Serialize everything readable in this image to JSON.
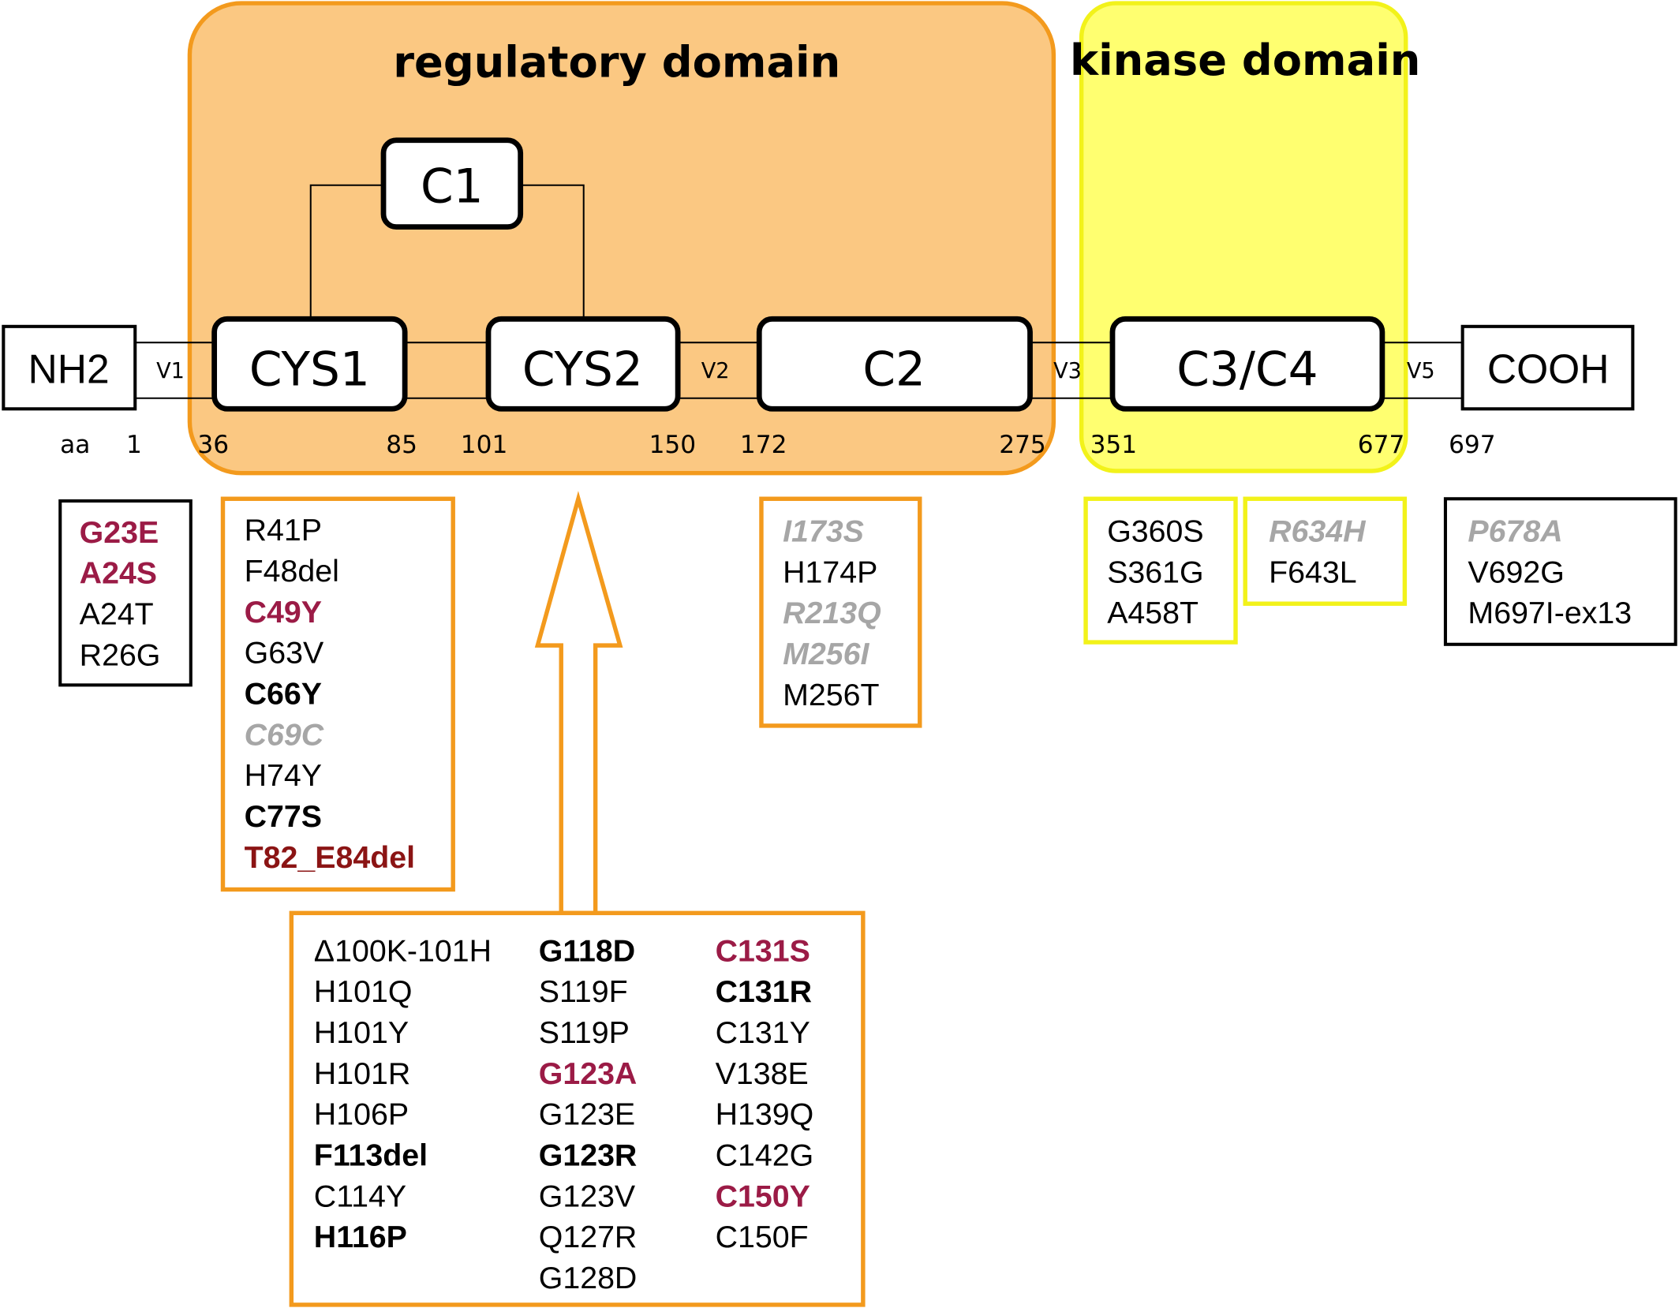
{
  "regions": {
    "regulatory": {
      "label": "regulatory domain",
      "color": "#FBC882",
      "border": "#F39A1D"
    },
    "kinase": {
      "label": "kinase domain",
      "color": "#FFFF70",
      "border": "#F2F21A"
    }
  },
  "domains": {
    "nh2": "NH2",
    "cys1": "CYS1",
    "cys2": "CYS2",
    "c1": "C1",
    "c2": "C2",
    "c3c4": "C3/C4",
    "cooh": "COOH"
  },
  "variable_regions": {
    "v1": "V1",
    "v2": "V2",
    "v3": "V3",
    "v5": "V5"
  },
  "positions": {
    "aa": "aa",
    "p1": "1",
    "p36": "36",
    "p85": "85",
    "p101": "101",
    "p150": "150",
    "p172": "172",
    "p275": "275",
    "p351": "351",
    "p677": "677",
    "p697": "697"
  },
  "style_colors": {
    "normal": "#000000",
    "bold": "#000000",
    "red": "#9B1B46",
    "darkred": "#8B1414",
    "grey": "#A6A6A6"
  },
  "mutation_boxes": {
    "nh2": [
      {
        "text": "G23E",
        "style": "red"
      },
      {
        "text": "A24S",
        "style": "red"
      },
      {
        "text": "A24T",
        "style": "normal"
      },
      {
        "text": "R26G",
        "style": "normal"
      }
    ],
    "cys1": [
      {
        "text": "R41P",
        "style": "normal"
      },
      {
        "text": "F48del",
        "style": "normal"
      },
      {
        "text": "C49Y",
        "style": "red"
      },
      {
        "text": "G63V",
        "style": "normal"
      },
      {
        "text": "C66Y",
        "style": "bold"
      },
      {
        "text": "C69C",
        "style": "grey"
      },
      {
        "text": "H74Y",
        "style": "normal"
      },
      {
        "text": "C77S",
        "style": "bold"
      },
      {
        "text": "T82_E84del",
        "style": "darkred"
      }
    ],
    "c2": [
      {
        "text": "I173S",
        "style": "grey"
      },
      {
        "text": "H174P",
        "style": "normal"
      },
      {
        "text": "R213Q",
        "style": "grey"
      },
      {
        "text": "M256I",
        "style": "grey"
      },
      {
        "text": "M256T",
        "style": "normal"
      }
    ],
    "kinase_a": [
      {
        "text": "G360S",
        "style": "normal"
      },
      {
        "text": "S361G",
        "style": "normal"
      },
      {
        "text": "A458T",
        "style": "normal"
      }
    ],
    "kinase_b": [
      {
        "text": "R634H",
        "style": "grey"
      },
      {
        "text": "F643L",
        "style": "normal"
      }
    ],
    "cooh": [
      {
        "text": "P678A",
        "style": "grey"
      },
      {
        "text": "V692G",
        "style": "normal"
      },
      {
        "text": "M697I-ex13",
        "style": "normal"
      }
    ],
    "cys2": [
      [
        {
          "text": "Δ100K-101H",
          "style": "normal"
        },
        {
          "text": "H101Q",
          "style": "normal"
        },
        {
          "text": "H101Y",
          "style": "normal"
        },
        {
          "text": "H101R",
          "style": "normal"
        },
        {
          "text": "H106P",
          "style": "normal"
        },
        {
          "text": "F113del",
          "style": "bold"
        },
        {
          "text": "C114Y",
          "style": "normal"
        },
        {
          "text": "H116P",
          "style": "bold"
        }
      ],
      [
        {
          "text": "G118D",
          "style": "bold"
        },
        {
          "text": "S119F",
          "style": "normal"
        },
        {
          "text": "S119P",
          "style": "normal"
        },
        {
          "text": "G123A",
          "style": "red"
        },
        {
          "text": "G123E",
          "style": "normal"
        },
        {
          "text": "G123R",
          "style": "bold"
        },
        {
          "text": "G123V",
          "style": "normal"
        },
        {
          "text": "Q127R",
          "style": "normal"
        },
        {
          "text": "G128D",
          "style": "normal"
        }
      ],
      [
        {
          "text": "C131S",
          "style": "red"
        },
        {
          "text": "C131R",
          "style": "bold"
        },
        {
          "text": "C131Y",
          "style": "normal"
        },
        {
          "text": "V138E",
          "style": "normal"
        },
        {
          "text": "H139Q",
          "style": "normal"
        },
        {
          "text": "C142G",
          "style": "normal"
        },
        {
          "text": "C150Y",
          "style": "red"
        },
        {
          "text": "C150F",
          "style": "normal"
        }
      ]
    ]
  }
}
